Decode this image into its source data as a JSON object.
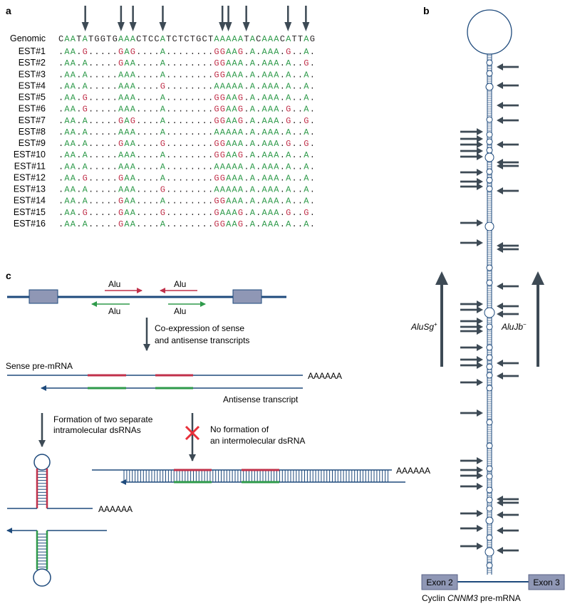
{
  "panel_labels": {
    "a": "a",
    "b": "b",
    "c": "c"
  },
  "colors": {
    "dark": "#3d4a55",
    "navy": "#1e4a7c",
    "green": "#2e9a4a",
    "red": "#c0304a",
    "exon": "#8f97b5",
    "cross": "#e8303a",
    "text": "#231f20"
  },
  "panel_a": {
    "genomic_label": "Genomic",
    "genomic_seq": "CAATATGGTGAAACTCCATCTCTGCTAAAAATACAAACATTAG",
    "arrow_positions": [
      4,
      10,
      12,
      17,
      27,
      28,
      31,
      38,
      41
    ],
    "green_positions": [
      1,
      2,
      4,
      10,
      11,
      12,
      17,
      26,
      27,
      28,
      29,
      30,
      32,
      34,
      35,
      36,
      38,
      41
    ],
    "est_rows": [
      {
        "label": "EST#1",
        "seq": ".AA.G.....GAG....A........GGAAG.A.AAA.G..A."
      },
      {
        "label": "EST#2",
        "seq": ".AA.A.....GAA....A........GGAAA.A.AAA.A..G."
      },
      {
        "label": "EST#3",
        "seq": ".AA.A.....AAA....A........GGAAA.A.AAA.A..A."
      },
      {
        "label": "EST#4",
        "seq": ".AA.A.....AAA....G........AAAAA.A.AAA.A..A."
      },
      {
        "label": "EST#5",
        "seq": ".AA.G.....AAA....A........GGAAG.A.AAA.A..A."
      },
      {
        "label": "EST#6",
        "seq": ".AA.G.....AAA....A........GGAAG.A.AAA.G..A."
      },
      {
        "label": "EST#7",
        "seq": ".AA.A.....GAG....A........GGAAG.A.AAA.G..G."
      },
      {
        "label": "EST#8",
        "seq": ".AA.A.....AAA....A........AAAAA.A.AAA.A..A."
      },
      {
        "label": "EST#9",
        "seq": ".AA.A.....GAA....G........GGAAA.A.AAA.G..G."
      },
      {
        "label": "EST#10",
        "seq": ".AA.A.....AAA....A........GGAAG.A.AAA.A..A."
      },
      {
        "label": "EST#11",
        "seq": ".AA.A.....AAA....A........AAAAA.A.AAA.A..A."
      },
      {
        "label": "EST#12",
        "seq": ".AA.G.....GAA....A........GGAAA.A.AAA.A..A."
      },
      {
        "label": "EST#13",
        "seq": ".AA.A.....AAA....G........AAAAA.A.AAA.A..A."
      },
      {
        "label": "EST#14",
        "seq": ".AA.A.....GAA....A........GGAAA.A.AAA.A..A."
      },
      {
        "label": "EST#15",
        "seq": ".AA.G.....GAA....G........GAAAG.A.AAA.G..G."
      },
      {
        "label": "EST#16",
        "seq": ".AA.A.....GAA....A........GGAAG.A.AAA.A..A."
      }
    ]
  },
  "panel_b": {
    "left_label": "AluSg",
    "left_sup": "+",
    "right_label": "AluJb",
    "right_sup": "−",
    "exon_left": "Exon 2",
    "exon_right": "Exon 3",
    "caption_prefix": "Cyclin ",
    "caption_gene": "CNNM3",
    "caption_suffix": " pre-mRNA"
  },
  "panel_c": {
    "alu": "Alu",
    "coexpression_line1": "Co-expression of sense",
    "coexpression_line2": "and antisense transcripts",
    "sense_label": "Sense pre-mRNA",
    "polyA": "AAAAAA",
    "antisense_label": "Antisense transcript",
    "formation_line1": "Formation of two separate",
    "formation_line2": "intramolecular dsRNAs",
    "noform_line1": "No formation of",
    "noform_line2": "an intermolecular dsRNA"
  }
}
